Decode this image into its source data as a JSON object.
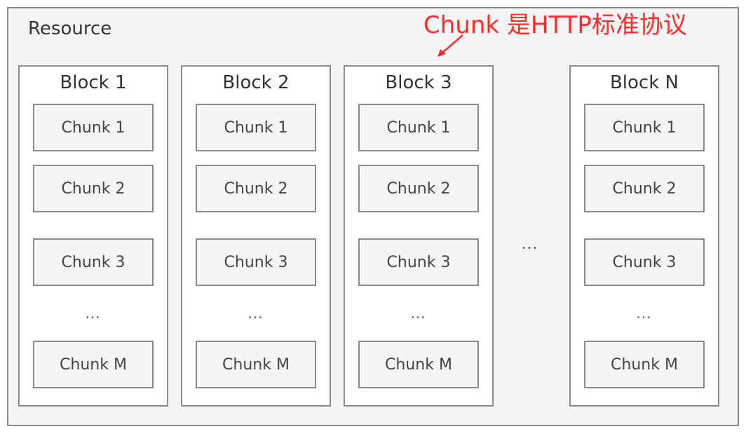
{
  "resource": {
    "label": "Resource"
  },
  "annotation": {
    "text": "Chunk 是HTTP标准协议",
    "color": "#ff2a2a"
  },
  "blocks_ellipsis": "…",
  "blocks": [
    {
      "title": "Block 1",
      "chunks": [
        "Chunk 1",
        "Chunk 2",
        "Chunk 3",
        "Chunk M"
      ],
      "ellipsis": "…"
    },
    {
      "title": "Block 2",
      "chunks": [
        "Chunk 1",
        "Chunk 2",
        "Chunk 3",
        "Chunk M"
      ],
      "ellipsis": "…"
    },
    {
      "title": "Block 3",
      "chunks": [
        "Chunk 1",
        "Chunk 2",
        "Chunk 3",
        "Chunk M"
      ],
      "ellipsis": "…"
    },
    {
      "title": "Block N",
      "chunks": [
        "Chunk 1",
        "Chunk 2",
        "Chunk 3",
        "Chunk M"
      ],
      "ellipsis": "…"
    }
  ]
}
